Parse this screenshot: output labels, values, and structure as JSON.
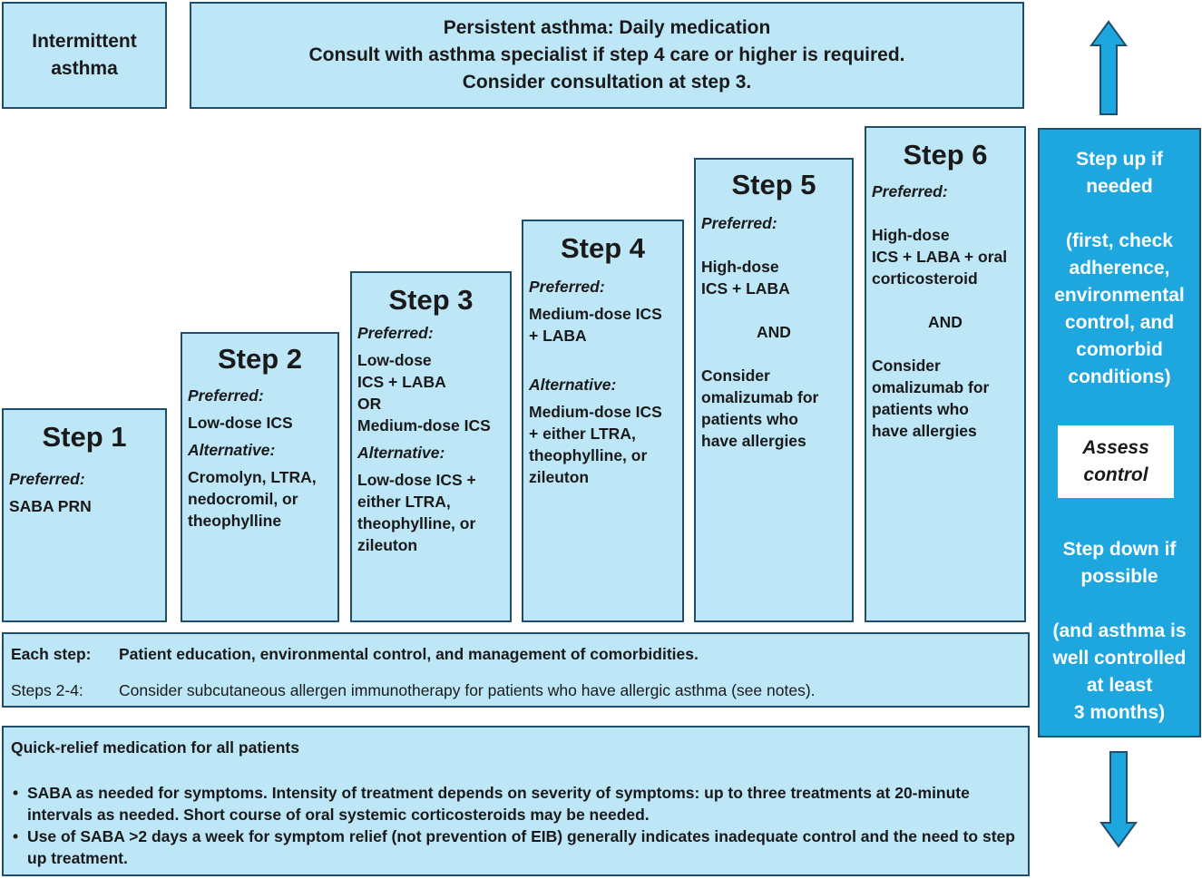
{
  "intermittent": {
    "line1": "Intermittent",
    "line2": "asthma"
  },
  "persistent": {
    "line1": "Persistent asthma: Daily medication",
    "line2": "Consult with asthma specialist if step 4 care or higher is required.",
    "line3": "Consider consultation at step 3."
  },
  "steps": [
    {
      "title": "Step 1",
      "preferred_label": "Preferred:",
      "preferred": [
        "SABA PRN"
      ]
    },
    {
      "title": "Step 2",
      "preferred_label": "Preferred:",
      "preferred": [
        "Low-dose ICS"
      ],
      "alternative_label": "Alternative:",
      "alternative": [
        "Cromolyn, LTRA,",
        "nedocromil, or",
        "theophylline"
      ]
    },
    {
      "title": "Step 3",
      "preferred_label": "Preferred:",
      "preferred": [
        "Low-dose",
        "ICS + LABA",
        "OR",
        "Medium-dose ICS"
      ],
      "alternative_label": "Alternative:",
      "alternative": [
        "Low-dose ICS +",
        "either LTRA,",
        "theophylline, or",
        "zileuton"
      ]
    },
    {
      "title": "Step 4",
      "preferred_label": "Preferred:",
      "preferred": [
        "Medium-dose ICS",
        "+ LABA"
      ],
      "alternative_label": "Alternative:",
      "alternative": [
        "Medium-dose ICS",
        "+ either LTRA,",
        "theophylline, or",
        "zileuton"
      ]
    },
    {
      "title": "Step 5",
      "preferred_label": "Preferred:",
      "preferred": [
        "High-dose",
        "ICS + LABA"
      ],
      "and": "AND",
      "consider": [
        "Consider",
        "omalizumab for",
        "patients who",
        "have allergies"
      ]
    },
    {
      "title": "Step 6",
      "preferred_label": "Preferred:",
      "preferred": [
        "High-dose",
        "ICS + LABA + oral",
        "corticosteroid"
      ],
      "and": "AND",
      "consider": [
        "Consider",
        "omalizumab for",
        "patients who",
        "have allergies"
      ]
    }
  ],
  "each_step": {
    "label": "Each step:",
    "text": "Patient education, environmental control, and management of comorbidities.",
    "label2": "Steps 2-4:",
    "text2": "Consider subcutaneous allergen immunotherapy for patients who have allergic asthma (see notes)."
  },
  "quick_relief": {
    "title": "Quick-relief medication for all patients",
    "bullets": [
      "SABA as needed for symptoms. Intensity of treatment depends on severity of symptoms: up to three treatments at 20-minute intervals as needed. Short course of oral systemic corticosteroids may be needed.",
      "Use of SABA >2 days a week for symptom relief (not prevention of EIB) generally indicates inadequate control and the need to step up treatment."
    ]
  },
  "side_panel": {
    "step_up": [
      "Step up if",
      "needed"
    ],
    "step_up_note": [
      "(first, check",
      "adherence,",
      "environmental",
      "control, and",
      "comorbid",
      "conditions)"
    ],
    "assess": [
      "Assess",
      "control"
    ],
    "step_down": [
      "Step down if",
      "possible"
    ],
    "step_down_note": [
      "(and asthma is",
      "well controlled",
      "at least",
      "3 months)"
    ]
  },
  "colors": {
    "box_fill": "#bde6f7",
    "side_fill": "#1ea6df",
    "border": "#1f4f6b"
  }
}
